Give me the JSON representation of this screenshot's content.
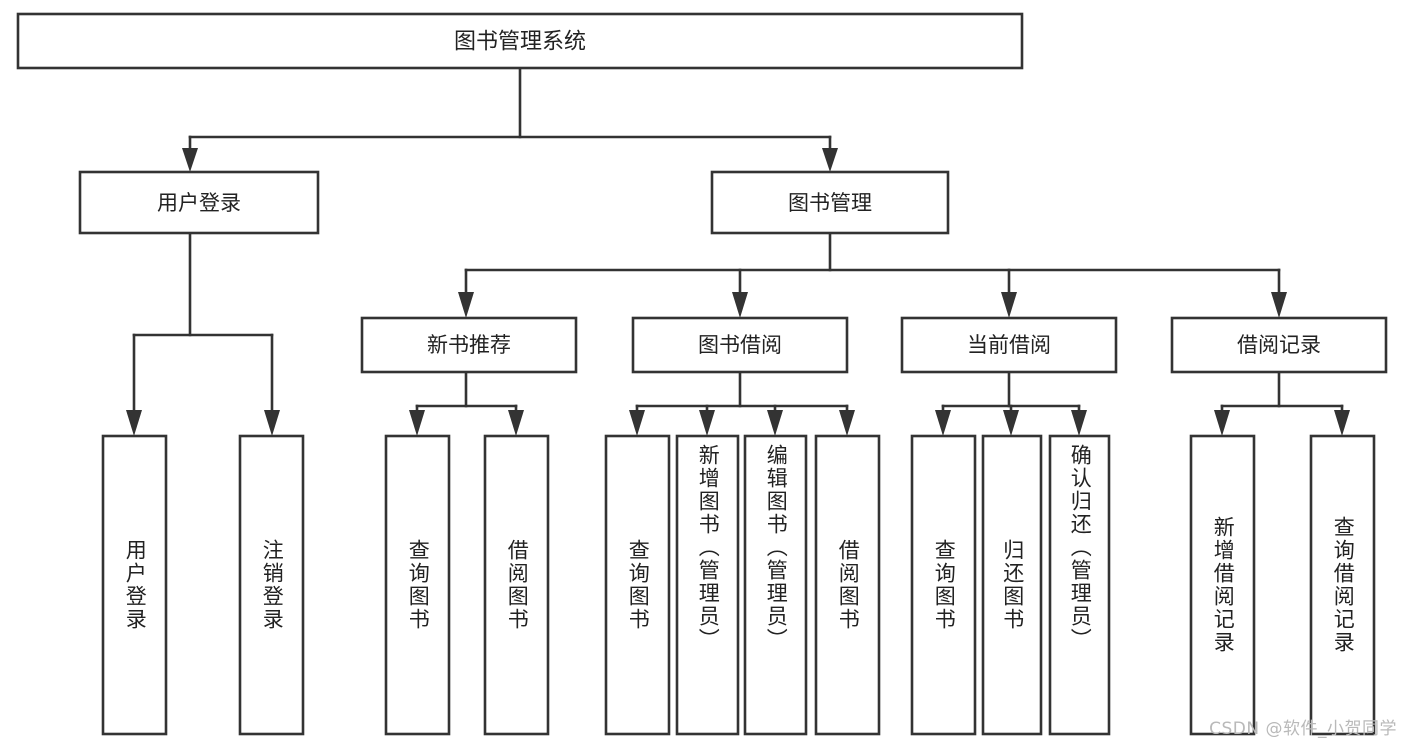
{
  "diagram": {
    "type": "tree",
    "title": "图书管理系统",
    "watermark": "CSDN @软件_小贺同学",
    "colors": {
      "box_fill": "#ffffff",
      "box_stroke": "#333333",
      "text": "#222222",
      "watermark": "#b9b9b9",
      "background": "#ffffff"
    },
    "root": {
      "label": "图书管理系统"
    },
    "level1": [
      {
        "label": "用户登录"
      },
      {
        "label": "图书管理"
      }
    ],
    "level2": [
      {
        "label": "新书推荐",
        "parent": "图书管理"
      },
      {
        "label": "图书借阅",
        "parent": "图书管理"
      },
      {
        "label": "当前借阅",
        "parent": "图书管理"
      },
      {
        "label": "借阅记录",
        "parent": "图书管理"
      }
    ],
    "leaves": {
      "用户登录": [
        {
          "label": "用户登录"
        },
        {
          "label": "注销登录"
        }
      ],
      "新书推荐": [
        {
          "label": "查询图书"
        },
        {
          "label": "借阅图书"
        }
      ],
      "图书借阅": [
        {
          "label": "查询图书"
        },
        {
          "label": "新增图书（管理员）"
        },
        {
          "label": "编辑图书（管理员）"
        },
        {
          "label": "借阅图书"
        }
      ],
      "当前借阅": [
        {
          "label": "查询图书"
        },
        {
          "label": "归还图书"
        },
        {
          "label": "确认归还（管理员）"
        }
      ],
      "借阅记录": [
        {
          "label": "新增借阅记录"
        },
        {
          "label": "查询借阅记录"
        }
      ]
    },
    "leaf_labels": [
      "用户登录",
      "注销登录",
      "查询图书",
      "借阅图书",
      "查询图书",
      "新增图书（管理员）",
      "编辑图书（管理员）",
      "借阅图书",
      "查询图书",
      "归还图书",
      "确认归还（管理员）",
      "新增借阅记录",
      "查询借阅记录"
    ]
  }
}
